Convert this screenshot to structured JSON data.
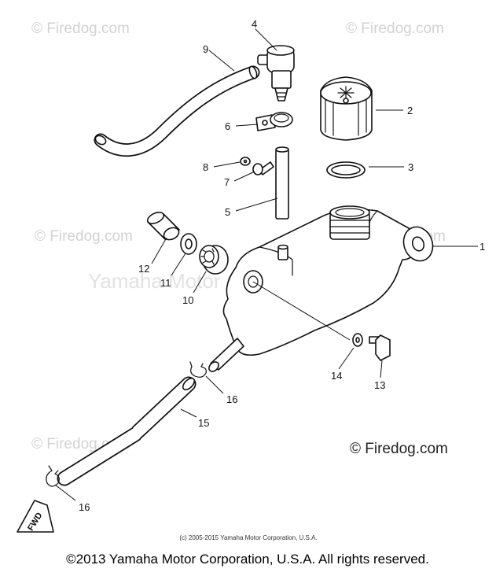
{
  "watermarks": {
    "top_left": "© Firedog.com",
    "top_right": "© Firedog.com",
    "mid_left": "© Firedog.com",
    "mid_right": "© Firedog.com",
    "lower_left": "© Firedog.com",
    "center": "Yamaha Motor Corp, U.S.A."
  },
  "brand_stamp": "© Firedog.com",
  "fwd_label": "FWD",
  "inner_copyright": "(c) 2005-2015 Yamaha Motor Corporation, U.S.A.",
  "footer_copyright": "©2013 Yamaha Motor Corporation, U.S.A. All rights reserved.",
  "callouts": [
    {
      "id": "1",
      "part": "oil-tank"
    },
    {
      "id": "2",
      "part": "tank-cap"
    },
    {
      "id": "3",
      "part": "cap-gasket"
    },
    {
      "id": "4",
      "part": "breather-fitting"
    },
    {
      "id": "5",
      "part": "breather-pipe"
    },
    {
      "id": "6",
      "part": "pipe-clamp"
    },
    {
      "id": "7",
      "part": "clamp-screw"
    },
    {
      "id": "8",
      "part": "clamp-washer"
    },
    {
      "id": "9",
      "part": "breather-hose"
    },
    {
      "id": "10",
      "part": "grommet"
    },
    {
      "id": "11",
      "part": "mount-washer"
    },
    {
      "id": "12",
      "part": "mount-collar"
    },
    {
      "id": "13",
      "part": "tank-bolt"
    },
    {
      "id": "14",
      "part": "bolt-washer"
    },
    {
      "id": "15",
      "part": "oil-hose"
    },
    {
      "id": "16a",
      "label": "16",
      "part": "hose-clip-upper"
    },
    {
      "id": "16b",
      "label": "16",
      "part": "hose-clip-lower"
    }
  ]
}
